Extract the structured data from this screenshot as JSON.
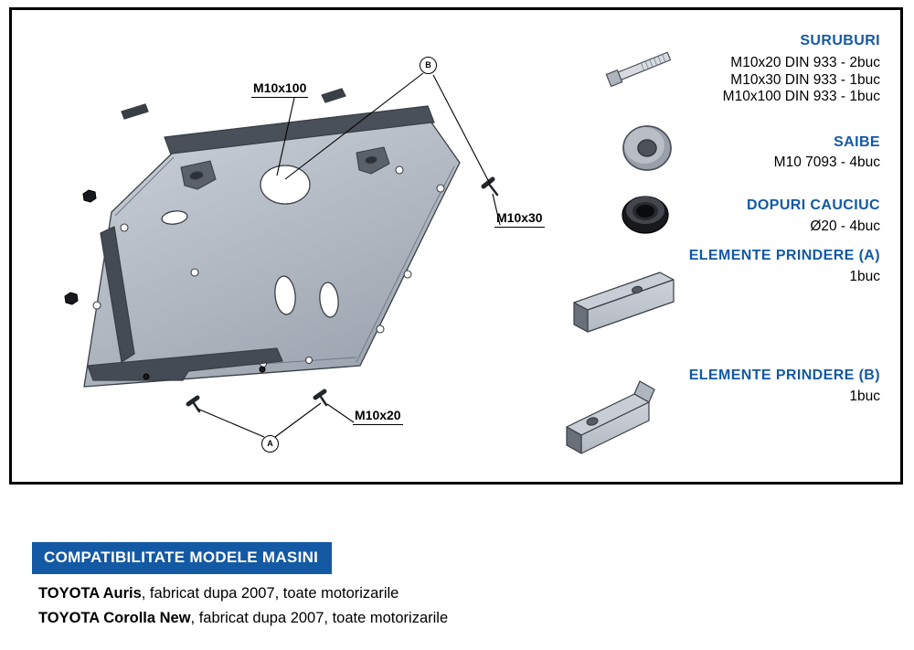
{
  "diagram": {
    "callout_labels": {
      "m10x100": "M10x100",
      "m10x30": "M10x30",
      "m10x20": "M10x20"
    },
    "markers": {
      "a": "A",
      "b": "B"
    }
  },
  "parts_list": {
    "sections": [
      {
        "title": "SURUBURI",
        "icon": "bolt-icon",
        "lines": [
          "M10x20 DIN 933 - 2buc",
          "M10x30 DIN 933 - 1buc",
          "M10x100 DIN 933 - 1buc"
        ]
      },
      {
        "title": "SAIBE",
        "icon": "washer-icon",
        "lines": [
          "M10 7093 - 4buc"
        ]
      },
      {
        "title": "DOPURI CAUCIUC",
        "icon": "grommet-icon",
        "lines": [
          "Ø20 - 4buc"
        ]
      },
      {
        "title": "ELEMENTE PRINDERE (A)",
        "icon": "bracket-a-icon",
        "lines": [
          "1buc"
        ]
      },
      {
        "title": "ELEMENTE PRINDERE (B)",
        "icon": "bracket-b-icon",
        "lines": [
          "1buc"
        ]
      }
    ]
  },
  "compatibility": {
    "banner_title": "COMPATIBILITATE MODELE MASINI",
    "models": [
      {
        "name": "TOYOTA Auris",
        "details": ", fabricat dupa 2007, toate motorizarile"
      },
      {
        "name": "TOYOTA Corolla New",
        "details": ", fabricat dupa 2007, toate motorizarile"
      }
    ]
  },
  "colors": {
    "accent_blue": "#1459a4",
    "line": "#000000"
  }
}
